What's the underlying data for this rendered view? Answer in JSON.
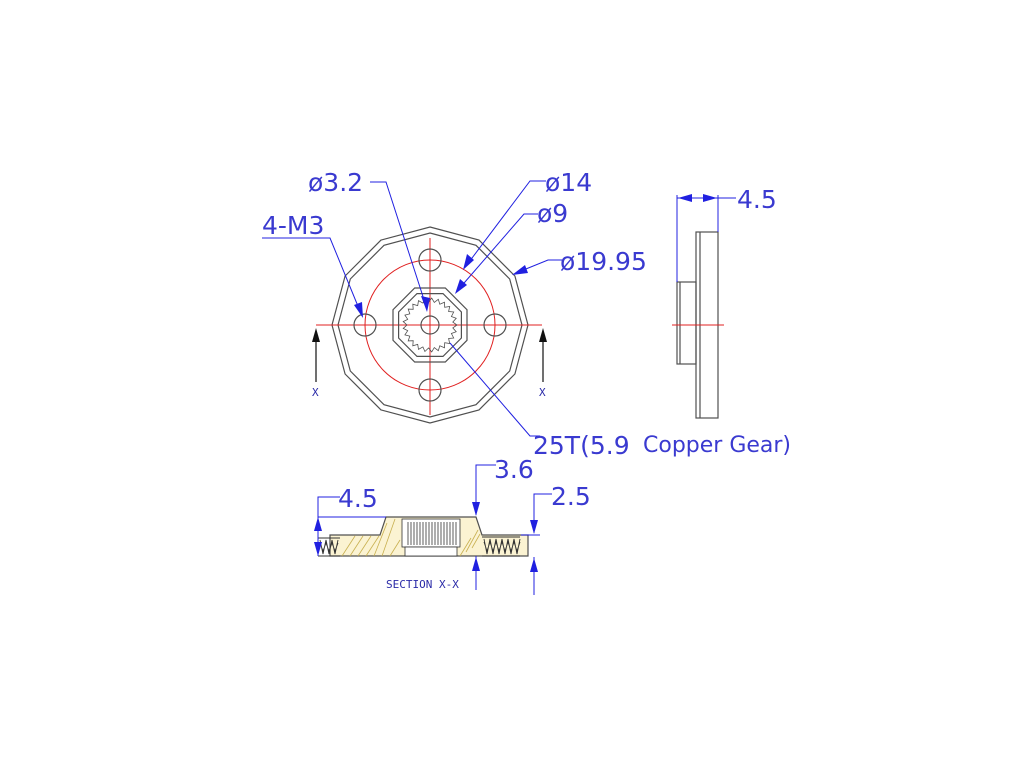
{
  "colors": {
    "background": "#ffffff",
    "outline": "#505050",
    "centerline": "#e02020",
    "dimension": "#2020e0",
    "text": "#3a3ad0",
    "section_fill": "#fbf3d2"
  },
  "front_view": {
    "callouts": {
      "bore": "ø3.2",
      "holes": "4-M3",
      "pitch_circle": "ø14",
      "hub": "ø9",
      "outer": "ø19.95",
      "spline": "25T(5.9",
      "material": "Copper Gear)"
    },
    "section_marker": "X"
  },
  "side_view": {
    "thickness": "4.5"
  },
  "section_view": {
    "overall_height": "4.5",
    "hub_height": "3.6",
    "flange_height": "2.5",
    "caption": "SECTION X-X"
  }
}
